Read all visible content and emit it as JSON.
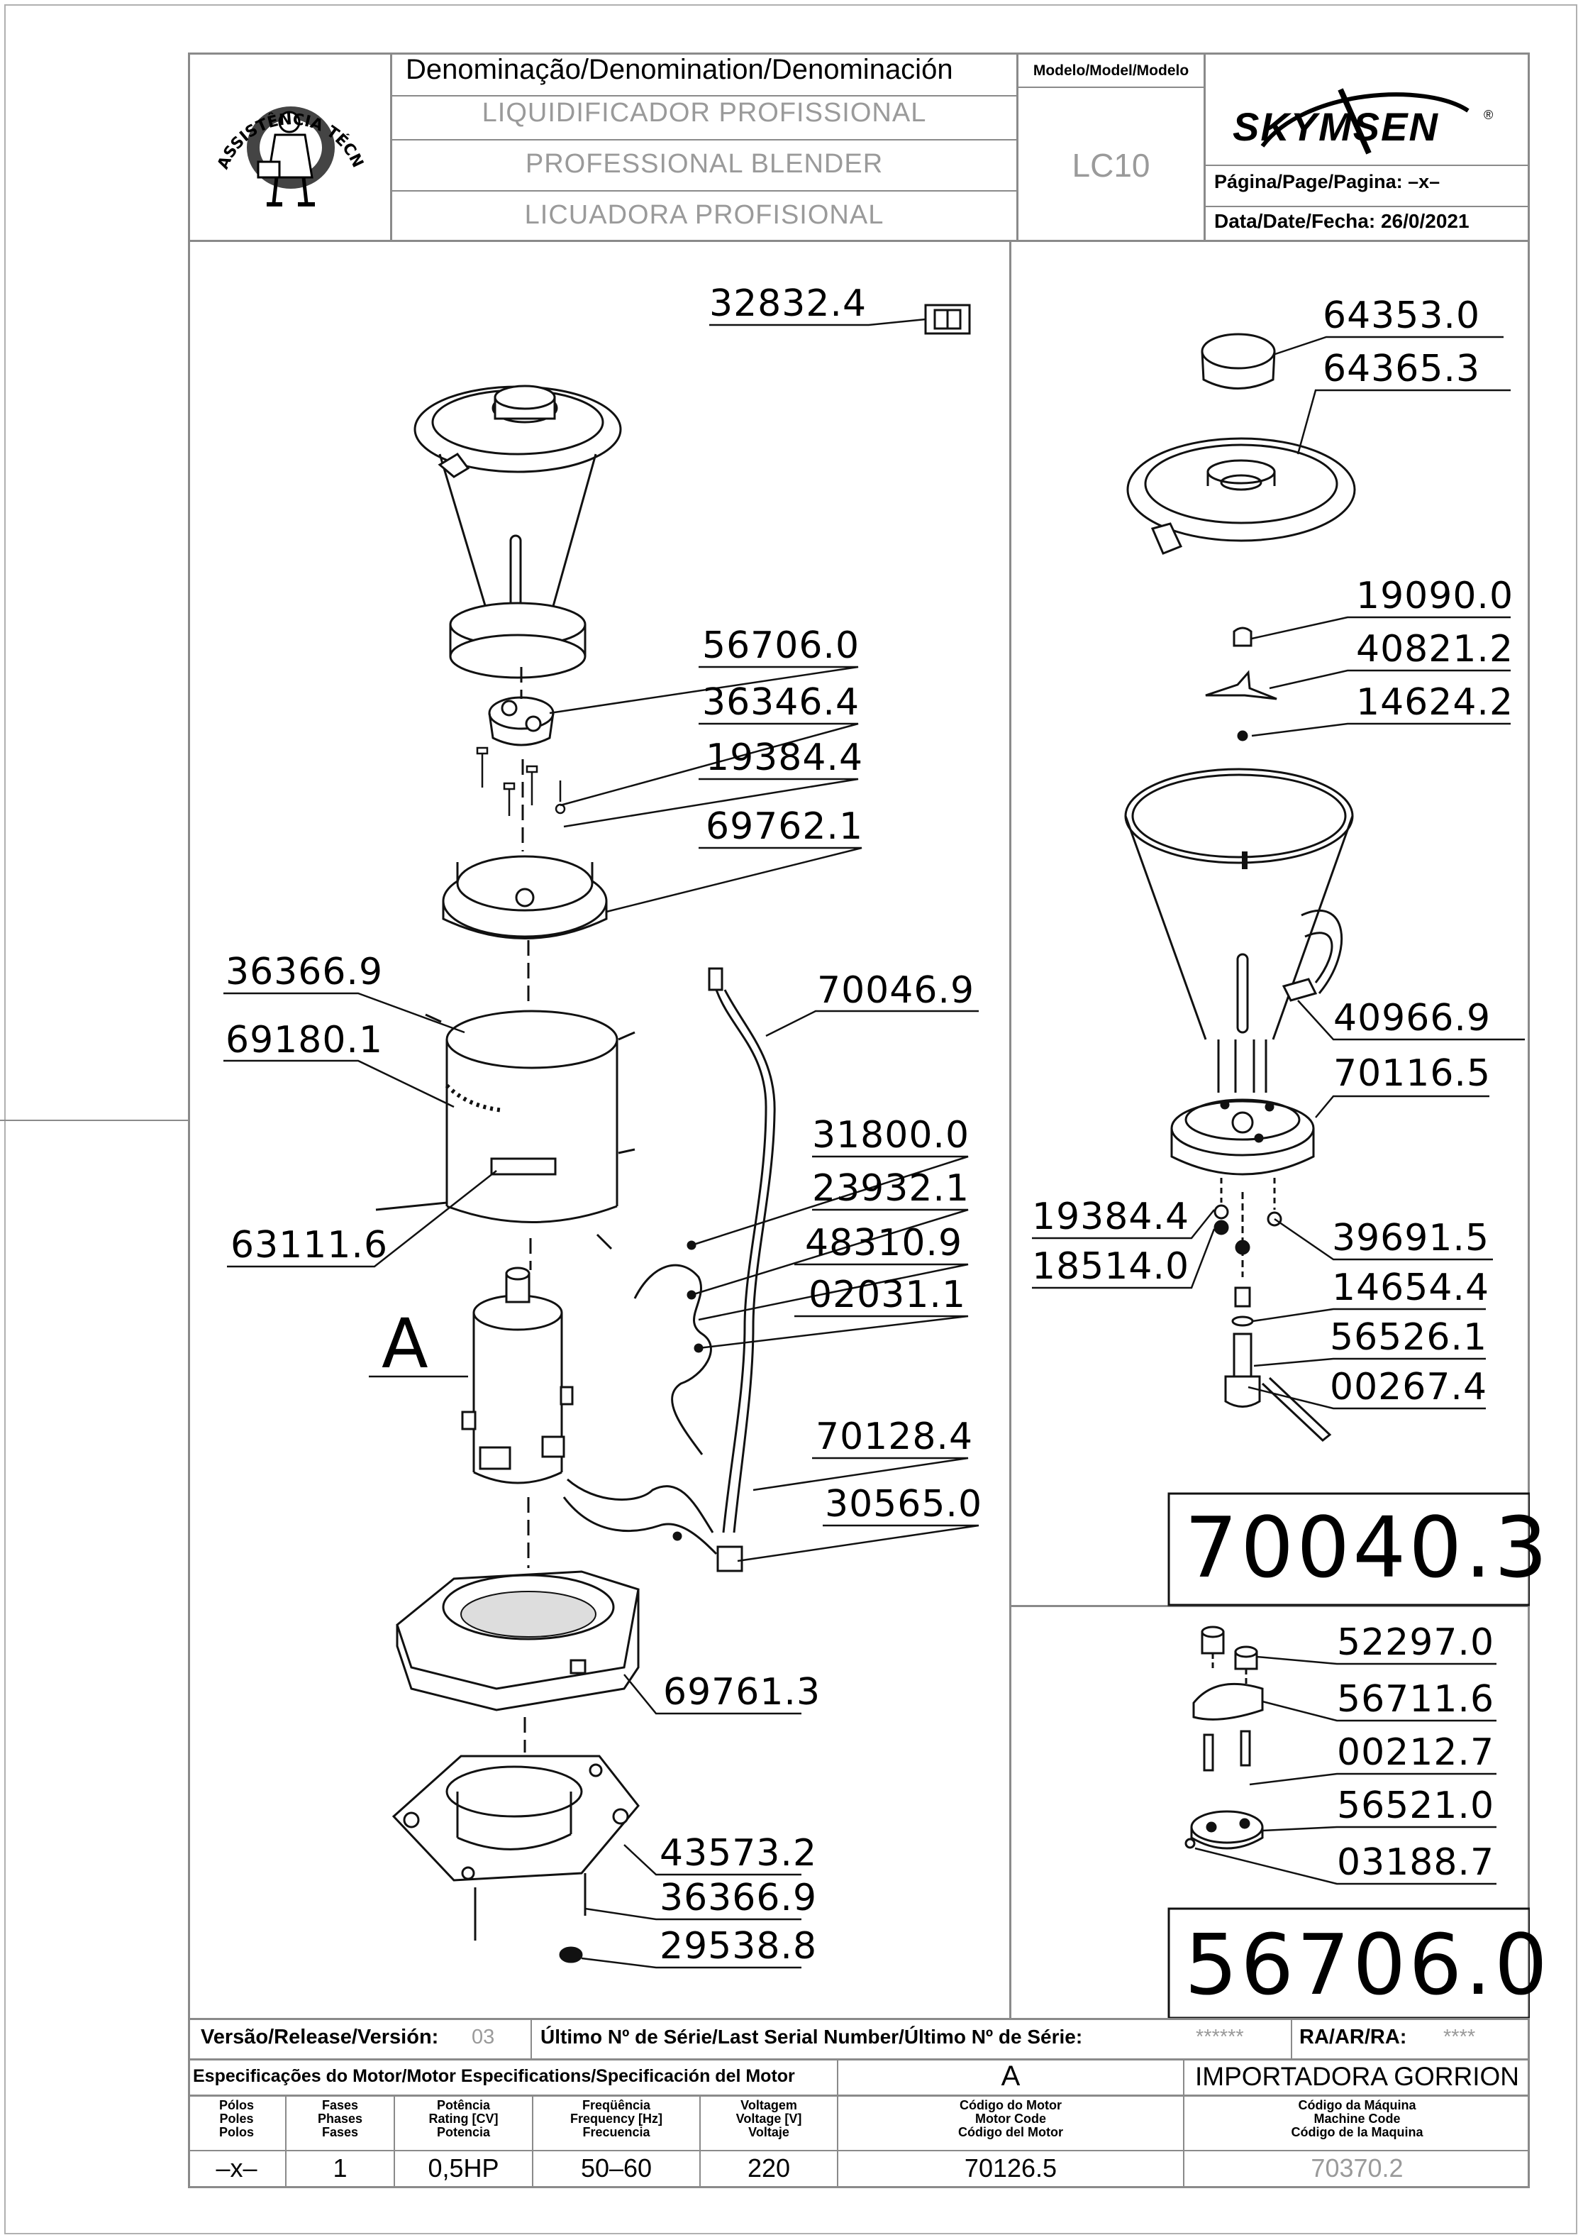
{
  "header": {
    "denomination_label": "Denominação/Denomination/Denominación",
    "name_pt": "LIQUIDIFICADOR PROFISSIONAL",
    "name_en": "PROFESSIONAL BLENDER",
    "name_es": "LICUADORA PROFISIONAL",
    "model_label": "Modelo/Model/Modelo",
    "model_value": "LC10",
    "brand": "SKYMSEN",
    "brand_mark": "®",
    "page_label": "Página/Page/Pagina:",
    "page_value": "–x–",
    "date_label": "Data/Date/Fecha:",
    "date_value": "26/0/2021",
    "seal_text": "ASSISTÊNCIA TÉCNICA AUTORIZADA"
  },
  "diagram": {
    "left_labels": [
      "32832.4",
      "56706.0",
      "36346.4",
      "19384.4",
      "69762.1",
      "36366.9",
      "69180.1",
      "70046.9",
      "31800.0",
      "23932.1",
      "48310.9",
      "02031.1",
      "63111.6",
      "70128.4",
      "30565.0",
      "69761.3",
      "43573.2",
      "36366.9",
      "29538.8"
    ],
    "motor_tag": "A",
    "right_labels": [
      "64353.0",
      "64365.3",
      "19090.0",
      "40821.2",
      "14624.2",
      "40966.9",
      "70116.5",
      "19384.4",
      "39691.5",
      "18514.0",
      "14654.4",
      "56526.1",
      "00267.4"
    ],
    "assembly_code_1": "70040.3",
    "kit_labels": [
      "52297.0",
      "56711.6",
      "00212.7",
      "56521.0",
      "03188.7"
    ],
    "assembly_code_2": "56706.0"
  },
  "footer": {
    "release_label": "Versão/Release/Versión:",
    "release_value": "03",
    "serial_label": "Último Nº de Série/Last Serial Number/Último Nº de Série:",
    "serial_value": "******",
    "ra_label": "RA/AR/RA:",
    "ra_value": "****",
    "motor_spec_label": "Especificações do Motor/Motor Especifications/Specificación del Motor",
    "motor_letter": "A",
    "importer": "IMPORTADORA GORRION",
    "col_poles": "Pólos\nPoles\nPolos",
    "col_phases": "Fases\nPhases\nFases",
    "col_rating": "Potência\nRating [CV]\nPotencia",
    "col_freq": "Freqüência\nFrequency [Hz]\nFrecuencia",
    "col_voltage": "Voltagem\nVoltage [V]\nVoltaje",
    "col_motor_code": "Código do Motor\nMotor Code\nCódigo del Motor",
    "col_machine_code": "Código da Máquina\nMachine Code\nCódigo de la Maquina",
    "val_poles": "–x–",
    "val_phases": "1",
    "val_rating": "0,5HP",
    "val_freq": "50–60",
    "val_voltage": "220",
    "val_motor_code": "70126.5",
    "val_machine_code": "70370.2"
  }
}
